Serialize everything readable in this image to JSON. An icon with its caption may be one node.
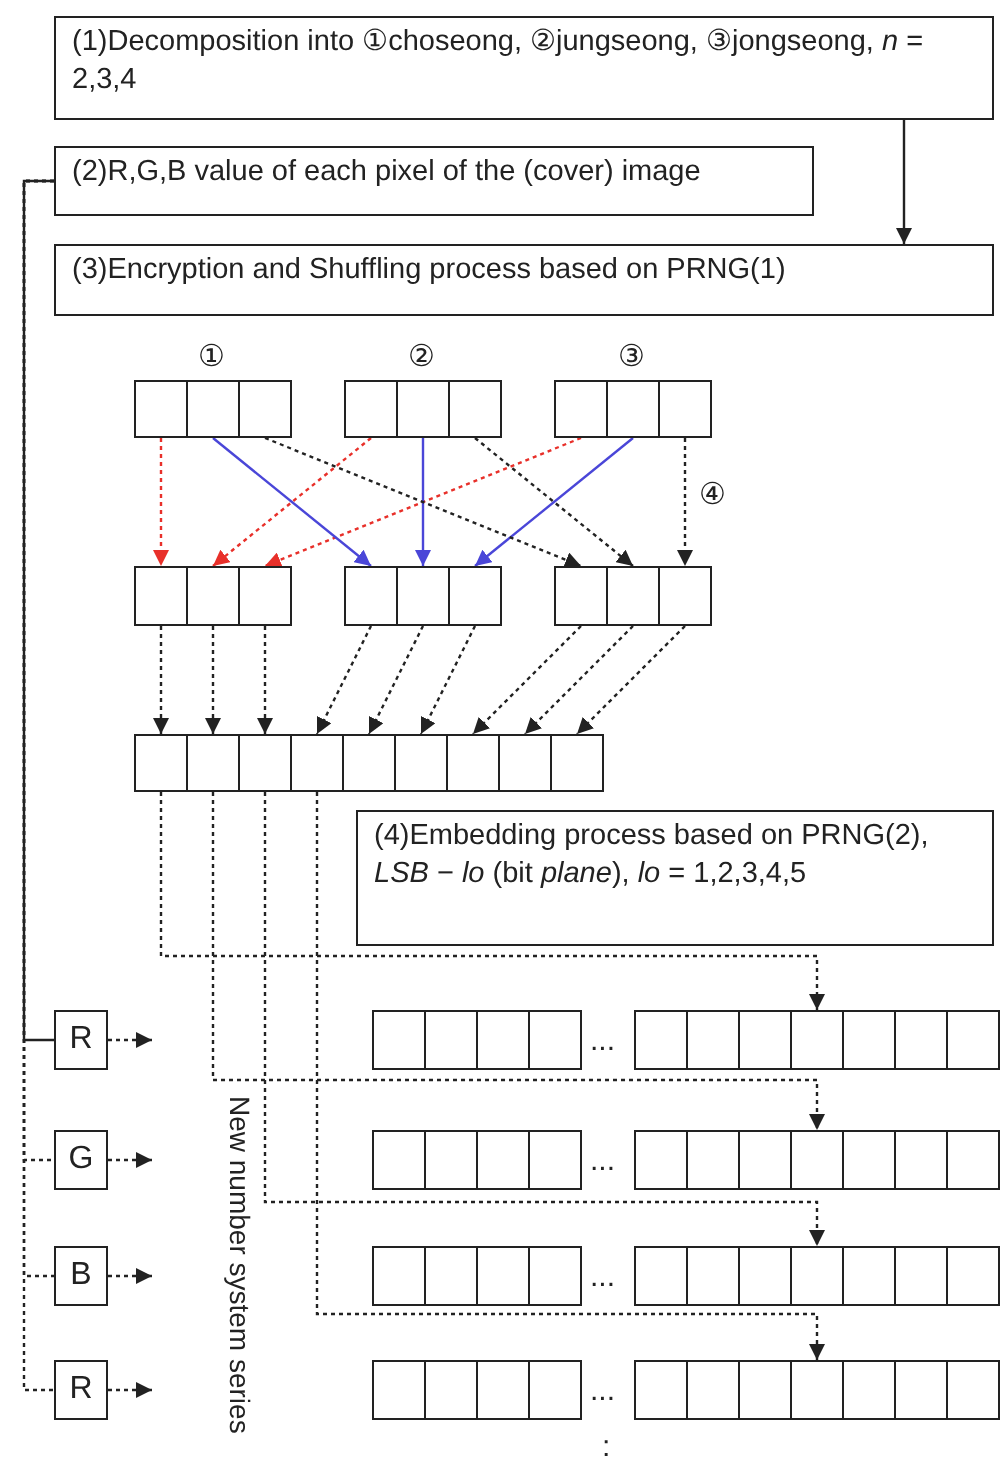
{
  "diagram": {
    "nodes": [
      {
        "text": [
          "(1)Decomposition into ①choseong, ②jungseong, ③jongseong, *n* = 2,3,4"
        ]
      },
      {
        "text": [
          "(2)R,G,B value of each pixel of the (cover) image"
        ]
      },
      {
        "text": [
          "(3)Encryption and Shuffling process based on PRNG(1)"
        ]
      },
      {
        "text": [],
        "shape": "box"
      },
      {
        "text": [],
        "shape": "box"
      },
      {
        "text": [],
        "shape": "box"
      },
      {
        "text": [],
        "shape": "box"
      },
      {
        "text": [],
        "shape": "box"
      },
      {
        "text": [],
        "shape": "box"
      },
      {
        "text": [],
        "shape": "box"
      },
      {
        "text": [],
        "shape": "box"
      },
      {
        "text": [],
        "shape": "box"
      },
      {
        "text": [],
        "shape": "box"
      },
      {
        "text": [],
        "shape": "box"
      },
      {
        "text": [],
        "shape": "box"
      },
      {
        "text": [],
        "shape": "box"
      },
      {
        "text": [],
        "shape": "box"
      },
      {
        "text": [],
        "shape": "box"
      },
      {
        "text": [],
        "shape": "box"
      },
      {
        "text": [],
        "shape": "box"
      },
      {
        "text": [],
        "shape": "box"
      },
      {
        "text": [],
        "shape": "box"
      },
      {
        "text": [],
        "shape": "box"
      },
      {
        "text": [],
        "shape": "box"
      },
      {
        "text": [],
        "shape": "box"
      },
      {
        "text": [],
        "shape": "box"
      },
      {
        "text": [],
        "shape": "box"
      },
      {
        "text": [],
        "shape": "box"
      },
      {
        "text": [],
        "shape": "box"
      },
      {
        "text": [],
        "shape": "box"
      },
      {
        "text": [
          "(4)Embedding process based on PRNG(2), *LSB* − *lo* (bit *plane*), *lo* = 1,2,3,4,5"
        ]
      },
      {
        "text": [
          "R"
        ]
      },
      {
        "text": [],
        "shape": "box"
      },
      {
        "text": [],
        "shape": "box"
      },
      {
        "text": [],
        "shape": "box"
      },
      {
        "text": [],
        "shape": "box"
      },
      {
        "text": [],
        "shape": "box"
      },
      {
        "text": [],
        "shape": "box"
      },
      {
        "text": [],
        "shape": "box"
      },
      {
        "text": [],
        "shape": "box"
      },
      {
        "text": [],
        "shape": "box"
      },
      {
        "text": [],
        "shape": "box"
      },
      {
        "text": [],
        "shape": "box"
      },
      {
        "text": [
          "G"
        ]
      },
      {
        "text": [],
        "shape": "box"
      },
      {
        "text": [],
        "shape": "box"
      },
      {
        "text": [],
        "shape": "box"
      },
      {
        "text": [],
        "shape": "box"
      },
      {
        "text": [],
        "shape": "box"
      },
      {
        "text": [],
        "shape": "box"
      },
      {
        "text": [],
        "shape": "box"
      },
      {
        "text": [],
        "shape": "box"
      },
      {
        "text": [],
        "shape": "box"
      },
      {
        "text": [],
        "shape": "box"
      },
      {
        "text": [],
        "shape": "box"
      },
      {
        "text": [
          "B"
        ]
      },
      {
        "text": [],
        "shape": "box"
      },
      {
        "text": [],
        "shape": "box"
      },
      {
        "text": [],
        "shape": "box"
      },
      {
        "text": [],
        "shape": "box"
      },
      {
        "text": [],
        "shape": "box"
      },
      {
        "text": [],
        "shape": "box"
      },
      {
        "text": [],
        "shape": "box"
      },
      {
        "text": [],
        "shape": "box"
      },
      {
        "text": [],
        "shape": "box"
      },
      {
        "text": [],
        "shape": "box"
      },
      {
        "text": [],
        "shape": "box"
      },
      {
        "text": [
          "R"
        ]
      },
      {
        "text": [],
        "shape": "box"
      },
      {
        "text": [],
        "shape": "box"
      },
      {
        "text": [],
        "shape": "box"
      },
      {
        "text": [],
        "shape": "box"
      },
      {
        "text": [],
        "shape": "box"
      },
      {
        "text": [],
        "shape": "box"
      },
      {
        "text": [],
        "shape": "box"
      },
      {
        "text": [],
        "shape": "box"
      },
      {
        "text": [],
        "shape": "box"
      },
      {
        "text": [],
        "shape": "box"
      },
      {
        "text": [],
        "shape": "box"
      }
    ],
    "edges": [
      {
        "from": 0,
        "to": 2,
        "arrow": "to"
      },
      {
        "from": 1,
        "to": 31,
        "arrow": "none"
      },
      {
        "from": 1,
        "to": 43,
        "arrow": "none",
        "style": "dashed"
      },
      {
        "from": 1,
        "to": 55,
        "arrow": "none",
        "style": "dashed"
      },
      {
        "from": 1,
        "to": 67,
        "arrow": "none",
        "style": "dashed"
      },
      {
        "from": 3,
        "to": 12,
        "arrow": "to",
        "style": "dashed",
        "color": "#e8302a"
      },
      {
        "from": 6,
        "to": 13,
        "arrow": "to",
        "style": "dashed",
        "color": "#e8302a"
      },
      {
        "from": 9,
        "to": 14,
        "arrow": "to",
        "style": "dashed",
        "color": "#e8302a"
      },
      {
        "from": 4,
        "to": 15,
        "arrow": "to",
        "color": "#4a46d8"
      },
      {
        "from": 7,
        "to": 16,
        "arrow": "to",
        "color": "#4a46d8"
      },
      {
        "from": 10,
        "to": 17,
        "arrow": "to",
        "color": "#4a46d8"
      },
      {
        "from": 5,
        "to": 18,
        "arrow": "to",
        "style": "dashed"
      },
      {
        "from": 8,
        "to": 19,
        "arrow": "to",
        "style": "dashed"
      },
      {
        "from": 11,
        "to": 20,
        "arrow": "to",
        "style": "dashed",
        "label": "④"
      },
      {
        "from": 12,
        "to": 21,
        "arrow": "to",
        "style": "dashed"
      },
      {
        "from": 13,
        "to": 22,
        "arrow": "to",
        "style": "dashed"
      },
      {
        "from": 14,
        "to": 23,
        "arrow": "to",
        "style": "dashed"
      },
      {
        "from": 15,
        "to": 24,
        "arrow": "to",
        "style": "dashed"
      },
      {
        "from": 16,
        "to": 25,
        "arrow": "to",
        "style": "dashed"
      },
      {
        "from": 17,
        "to": 26,
        "arrow": "to",
        "style": "dashed"
      },
      {
        "from": 18,
        "to": 27,
        "arrow": "to",
        "style": "dashed"
      },
      {
        "from": 19,
        "to": 28,
        "arrow": "to",
        "style": "dashed"
      },
      {
        "from": 20,
        "to": 29,
        "arrow": "to",
        "style": "dashed"
      },
      {
        "from": 21,
        "to": 39,
        "arrow": "to",
        "style": "dashed"
      },
      {
        "from": 22,
        "to": 51,
        "arrow": "to",
        "style": "dashed"
      },
      {
        "from": 23,
        "to": 63,
        "arrow": "to",
        "style": "dashed"
      },
      {
        "from": 24,
        "to": 75,
        "arrow": "to",
        "style": "dashed"
      },
      {
        "from": 31,
        "to": null,
        "arrow": "to",
        "style": "dashed"
      },
      {
        "from": 43,
        "to": null,
        "arrow": "to",
        "style": "dashed"
      },
      {
        "from": 55,
        "to": null,
        "arrow": "to",
        "style": "dashed"
      },
      {
        "from": 67,
        "to": null,
        "arrow": "to",
        "style": "dashed"
      }
    ],
    "labels": [
      "①",
      "②",
      "③",
      "New number system series",
      "...",
      "...",
      "...",
      "...",
      ":"
    ]
  }
}
